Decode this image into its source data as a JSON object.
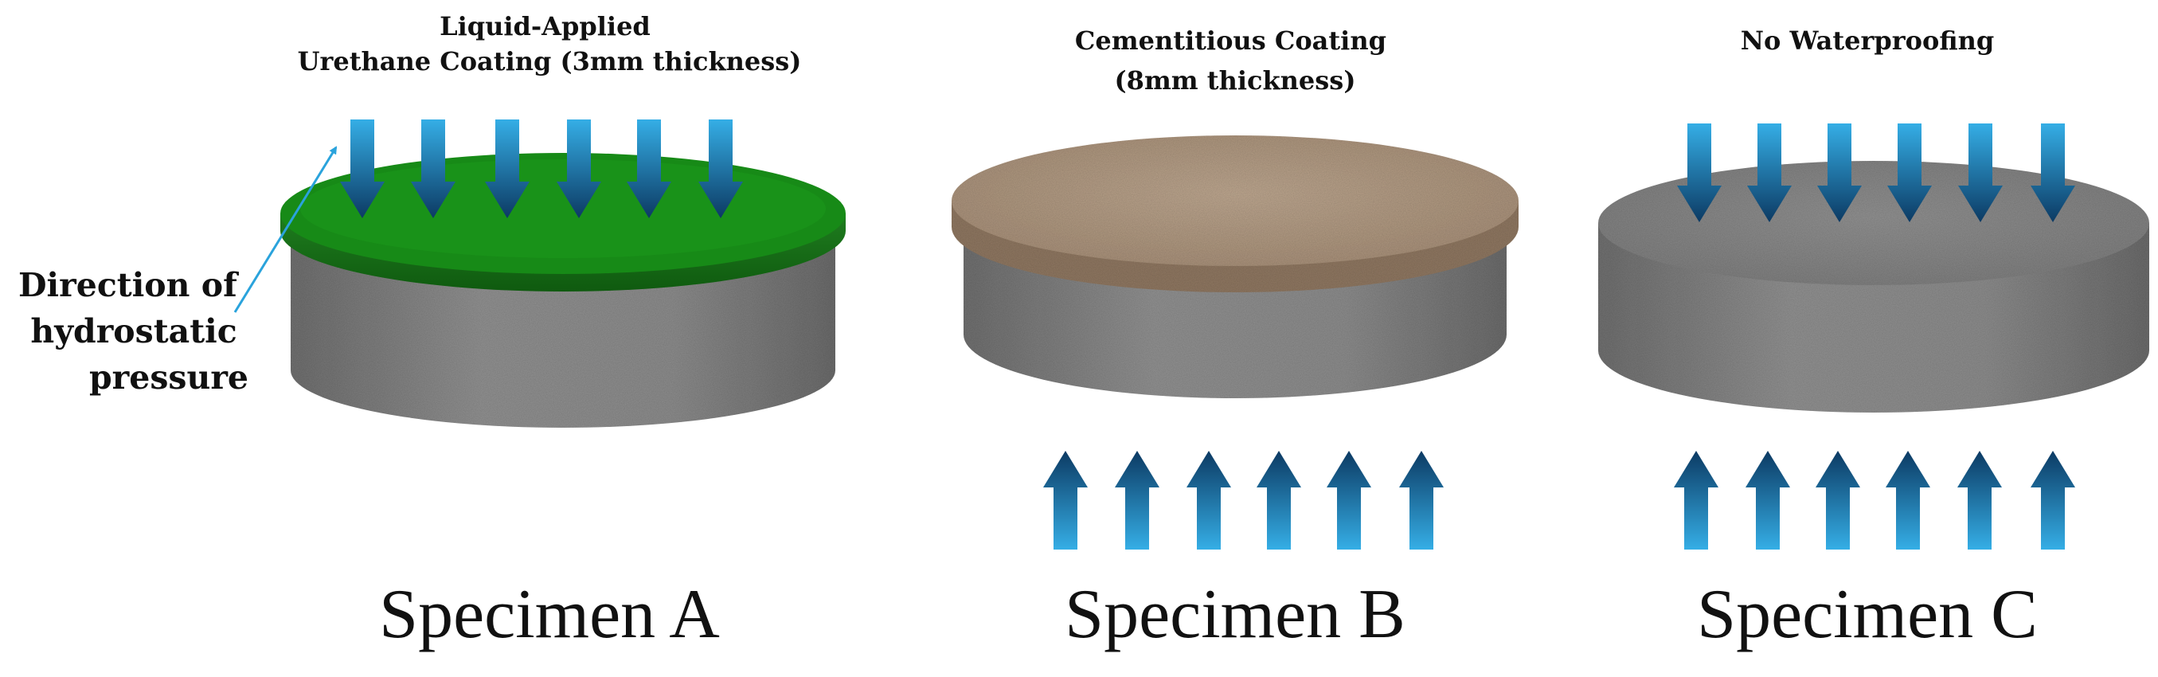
{
  "colors": {
    "arrow_dark": "#0d3b66",
    "arrow_light": "#2fa8e0",
    "urethane_green": "#1a8a1a",
    "cementitious_tan": "#b19a83",
    "concrete_gray": "#8c8c8c",
    "pointer_blue": "#2aa3dc"
  },
  "icons": {
    "pressure_arrow": "thick-block-arrow-icon",
    "pointer": "thin-arrow-icon"
  },
  "annotation": {
    "lines": [
      "Direction of",
      "hydrostatic",
      "pressure"
    ]
  },
  "specimens": [
    {
      "coating_lines": [
        "Liquid-Applied",
        "Urethane Coating (3mm thickness)"
      ],
      "label": "Specimen A",
      "top_layer": "urethane",
      "pressure_from": "top"
    },
    {
      "coating_lines": [
        "Cementitious Coating",
        "(8mm thickness)"
      ],
      "label": "Specimen B",
      "top_layer": "cementitious",
      "pressure_from": "bottom"
    },
    {
      "coating_lines": [
        "No Waterproofing"
      ],
      "label": "Specimen C",
      "top_layer": "none",
      "pressure_from": "both"
    }
  ]
}
